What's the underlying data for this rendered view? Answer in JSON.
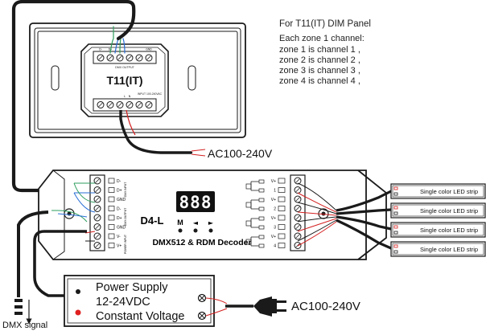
{
  "panel": {
    "title": "T11(IT) DIM Panel",
    "title_prefix": "For",
    "model": "T11(IT)",
    "port_top": "DMX OUTPUT",
    "port_bottom": "INPUT 100-240VAC",
    "top_pins": [
      "D-",
      "D+",
      "",
      "",
      "",
      "GND"
    ],
    "bottom_pins": [
      "L",
      "N"
    ]
  },
  "note": {
    "heading": "For T11(IT) DIM Panel",
    "lines": [
      "Each zone 1 channel:",
      "zone 1 is channel 1 ,",
      "zone 2 is channel 2 ,",
      "zone 3 is channel 3 ,",
      "zone 4 is channel 4 ,"
    ]
  },
  "labels": {
    "ac_top": "AC100-240V",
    "ac_bottom": "AC100-240V",
    "dmx_signal": "DMX signal"
  },
  "decoder": {
    "model": "D4-L",
    "subtitle": "DMX512 & RDM Decoder",
    "display": "888",
    "buttons": [
      "M",
      "◄",
      "►"
    ],
    "input_pins": [
      "D-",
      "D+",
      "GND",
      "D-",
      "D+",
      "GND",
      "V-",
      "V+"
    ],
    "input_groups": [
      "DMX INPUT",
      "DMX OUTPUT",
      "POWER INPUT"
    ],
    "output_pins": [
      "V+",
      "1",
      "V+",
      "2",
      "V+",
      "3",
      "V+",
      "4"
    ]
  },
  "power_supply": {
    "line1": "Power Supply",
    "line2": "12-24VDC",
    "line3": "Constant Voltage"
  },
  "led_strips": [
    {
      "label": "Single color LED strip"
    },
    {
      "label": "Single color LED strip"
    },
    {
      "label": "Single color LED strip"
    },
    {
      "label": "Single color LED strip"
    }
  ],
  "colors": {
    "line": "#1a1a1a",
    "wire_red": "#d42020",
    "wire_green": "#2e9e5e",
    "wire_blue": "#2a6fd6",
    "dot_red": "#e02020"
  }
}
